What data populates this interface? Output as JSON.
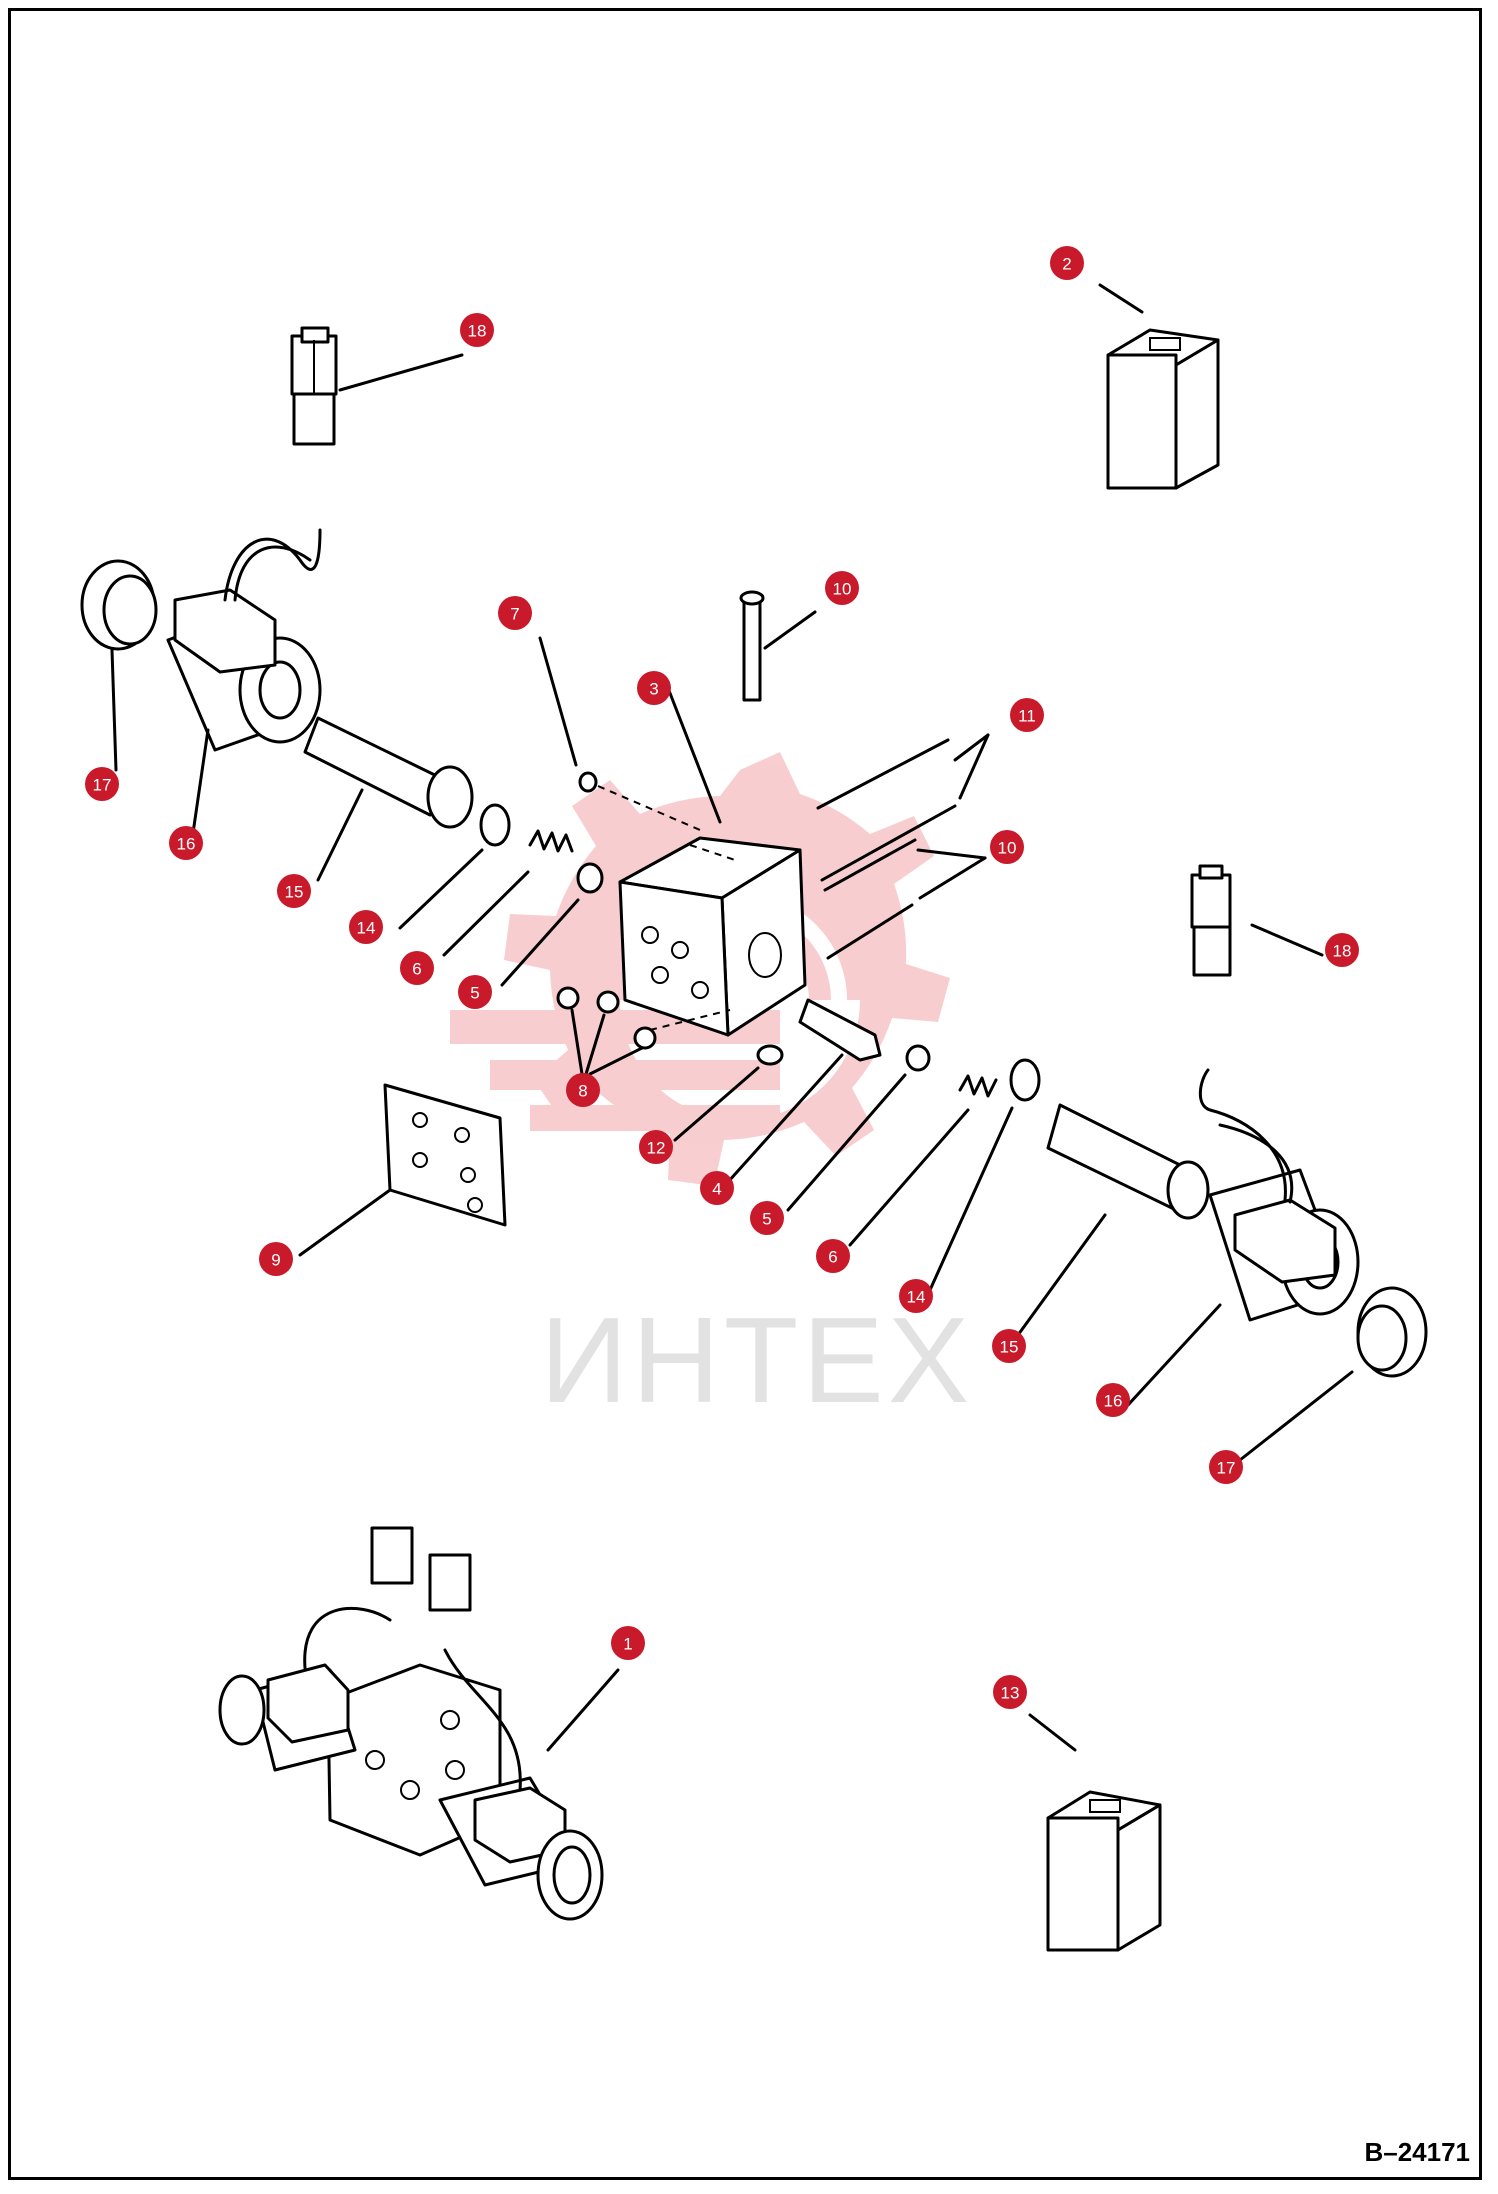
{
  "drawing_number": "B–24171",
  "watermark": "ИНТЕХ",
  "colors": {
    "callout": "#c81a2a",
    "watermark_gear": "#f6c6c8",
    "watermark_text": "#e2e2e2",
    "line": "#000000"
  },
  "callouts": [
    {
      "label": "1"
    },
    {
      "label": "2"
    },
    {
      "label": "3"
    },
    {
      "label": "4"
    },
    {
      "label": "5"
    },
    {
      "label": "5"
    },
    {
      "label": "6"
    },
    {
      "label": "6"
    },
    {
      "label": "7"
    },
    {
      "label": "8"
    },
    {
      "label": "9"
    },
    {
      "label": "10"
    },
    {
      "label": "10"
    },
    {
      "label": "11"
    },
    {
      "label": "12"
    },
    {
      "label": "13"
    },
    {
      "label": "14"
    },
    {
      "label": "14"
    },
    {
      "label": "15"
    },
    {
      "label": "15"
    },
    {
      "label": "16"
    },
    {
      "label": "16"
    },
    {
      "label": "17"
    },
    {
      "label": "17"
    },
    {
      "label": "18"
    },
    {
      "label": "18"
    }
  ]
}
